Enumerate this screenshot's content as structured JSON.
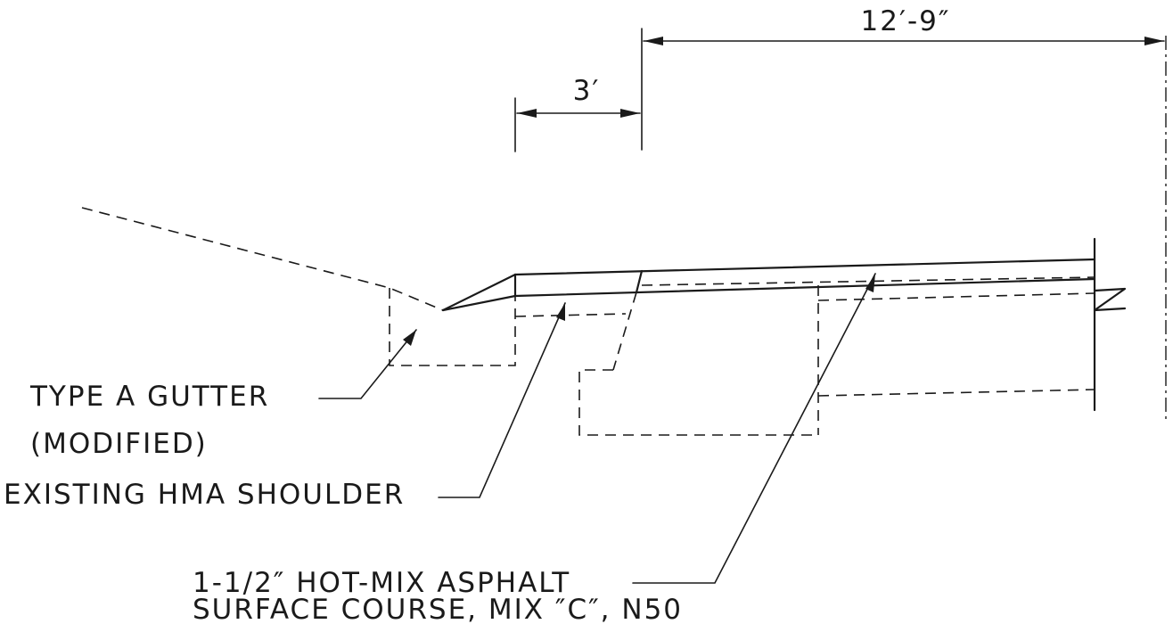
{
  "dimensions": {
    "offset_3ft": "3′",
    "width_12ft9in": "12′-9″"
  },
  "callouts": {
    "gutter_line1": "TYPE A GUTTER",
    "gutter_line2": "(MODIFIED)",
    "shoulder": "EXISTING HMA SHOULDER",
    "surface_line1": "1-1/2″ HOT-MIX ASPHALT",
    "surface_line2": "SURFACE COURSE, MIX ″C″, N50"
  }
}
